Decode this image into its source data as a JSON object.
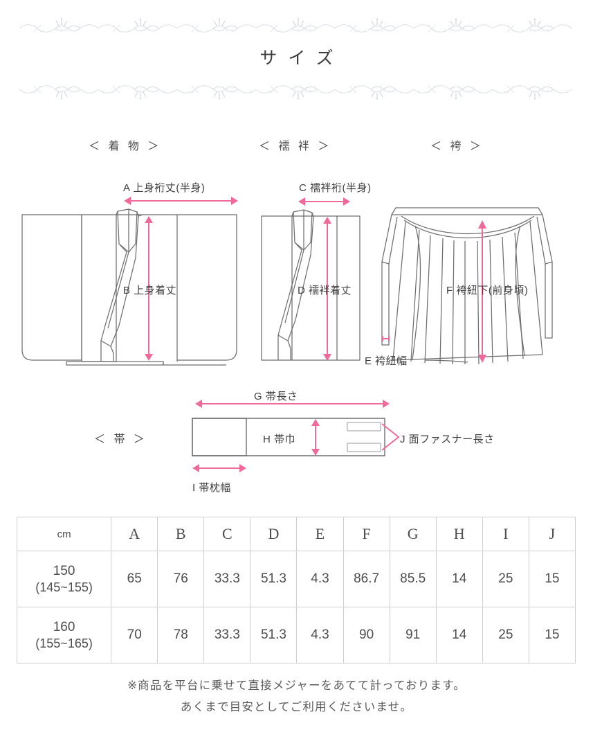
{
  "header": {
    "title": "サイズ",
    "divider_top_icon": "floral-divider-icon",
    "divider_bottom_icon": "floral-divider-icon"
  },
  "sections": {
    "kimono": "＜ 着 物 ＞",
    "juban": "＜ 襦 袢 ＞",
    "hakama": "＜ 袴 ＞",
    "obi": "＜ 帯 ＞"
  },
  "measure_labels": {
    "a": "A 上身裄丈(半身)",
    "b": "B 上身着丈",
    "c": "C 襦袢裄(半身)",
    "d": "D 襦袢着丈",
    "e": "E 袴紐幅",
    "f": "F 袴紐下(前身頃)",
    "g": "G 帯長さ",
    "h": "H 帯巾",
    "i": "I 帯枕幅",
    "j": "J 面ファスナー長さ"
  },
  "table": {
    "columns": [
      "cm",
      "A",
      "B",
      "C",
      "D",
      "E",
      "F",
      "G",
      "H",
      "I",
      "J"
    ],
    "rows": [
      {
        "size": "150",
        "range": "(145~155)",
        "values": [
          "65",
          "76",
          "33.3",
          "51.3",
          "4.3",
          "86.7",
          "85.5",
          "14",
          "25",
          "15"
        ]
      },
      {
        "size": "160",
        "range": "(155~165)",
        "values": [
          "70",
          "78",
          "33.3",
          "51.3",
          "4.3",
          "90",
          "91",
          "14",
          "25",
          "15"
        ]
      }
    ]
  },
  "footnote": {
    "line1": "※商品を平台に乗せて直接メジャーをあてて計っております。",
    "line2": "あくまで目安としてご利用くださいませ。"
  },
  "colors": {
    "arrow_pink": "#ef6a9a",
    "outline_gray": "#6e6e6e",
    "table_border": "#cfcfcf",
    "text": "#4a4a4a",
    "ornament": "#c9cede"
  }
}
